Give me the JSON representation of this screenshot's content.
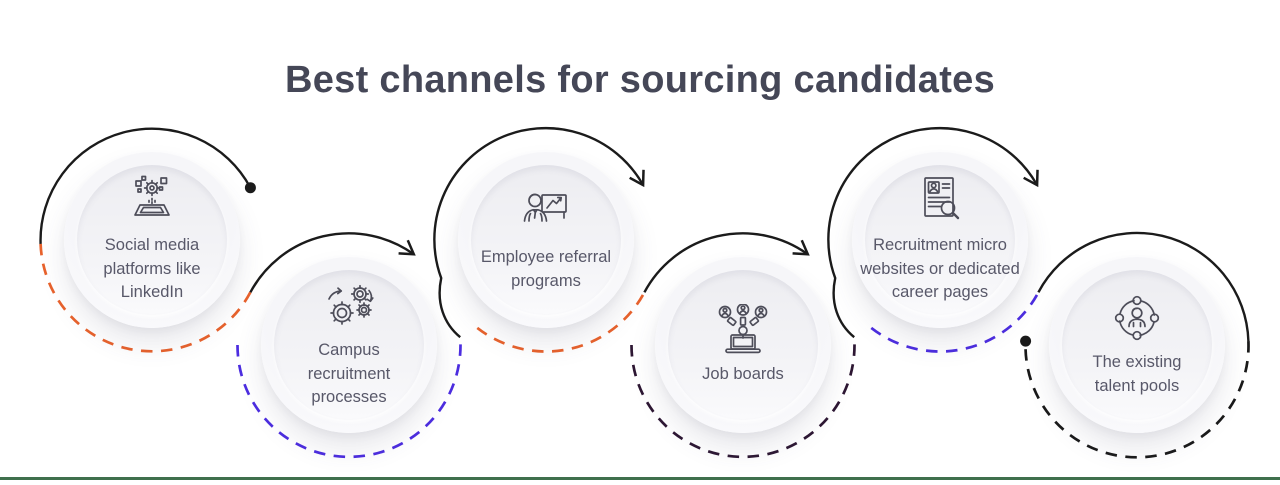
{
  "title": "Best channels for sourcing candidates",
  "nodes": [
    {
      "label": "Social media platforms like LinkedIn",
      "icon": "social-media-icon",
      "dash_color": "#e8622c",
      "marker": "dot"
    },
    {
      "label": "Campus recruitment processes",
      "icon": "gears-icon",
      "dash_color": "#4c2de0",
      "marker": "arrow"
    },
    {
      "label": "Employee referral programs",
      "icon": "presenter-chart-icon",
      "dash_color": "#e8622c",
      "marker": "arrow"
    },
    {
      "label": "Job boards",
      "icon": "laptop-candidates-icon",
      "dash_color": "#2d1733",
      "marker": "arrow"
    },
    {
      "label": "Recruitment micro websites or dedicated career pages",
      "icon": "resume-search-icon",
      "dash_color": "#4c2de0",
      "marker": "arrow"
    },
    {
      "label": "The existing talent pools",
      "icon": "talent-network-icon",
      "dash_color": "#1a1a1a",
      "marker": "dot"
    }
  ],
  "colors": {
    "line": "#1b1b1b",
    "title": "#454757",
    "label": "#585869",
    "circle_fill": "#f3f3f6",
    "footer_line": "#3f704d"
  }
}
